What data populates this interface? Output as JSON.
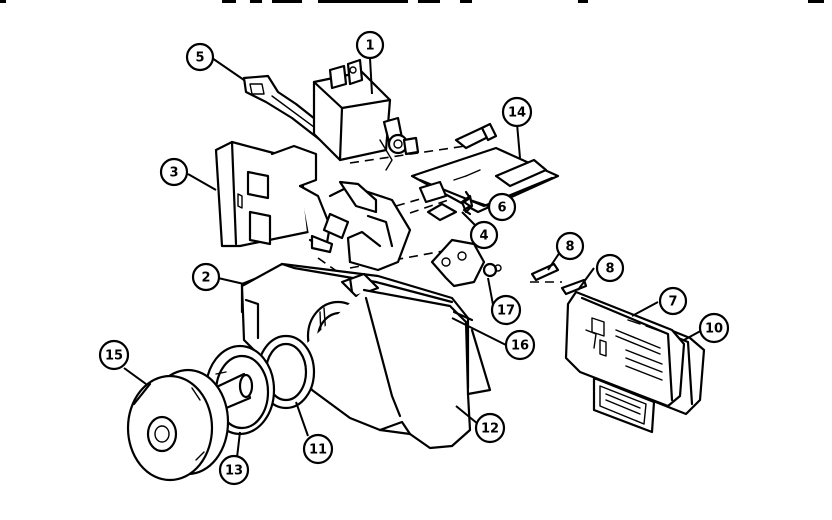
{
  "callouts": [
    {
      "id": "1",
      "label": "1"
    },
    {
      "id": "2",
      "label": "2"
    },
    {
      "id": "3",
      "label": "3"
    },
    {
      "id": "4",
      "label": "4"
    },
    {
      "id": "5",
      "label": "5"
    },
    {
      "id": "6",
      "label": "6"
    },
    {
      "id": "7",
      "label": "7"
    },
    {
      "id": "8a",
      "label": "8"
    },
    {
      "id": "8b",
      "label": "8"
    },
    {
      "id": "10",
      "label": "10"
    },
    {
      "id": "11",
      "label": "11"
    },
    {
      "id": "12",
      "label": "12"
    },
    {
      "id": "13",
      "label": "13"
    },
    {
      "id": "14",
      "label": "14"
    },
    {
      "id": "15",
      "label": "15"
    },
    {
      "id": "16",
      "label": "16"
    },
    {
      "id": "17",
      "label": "17"
    }
  ]
}
